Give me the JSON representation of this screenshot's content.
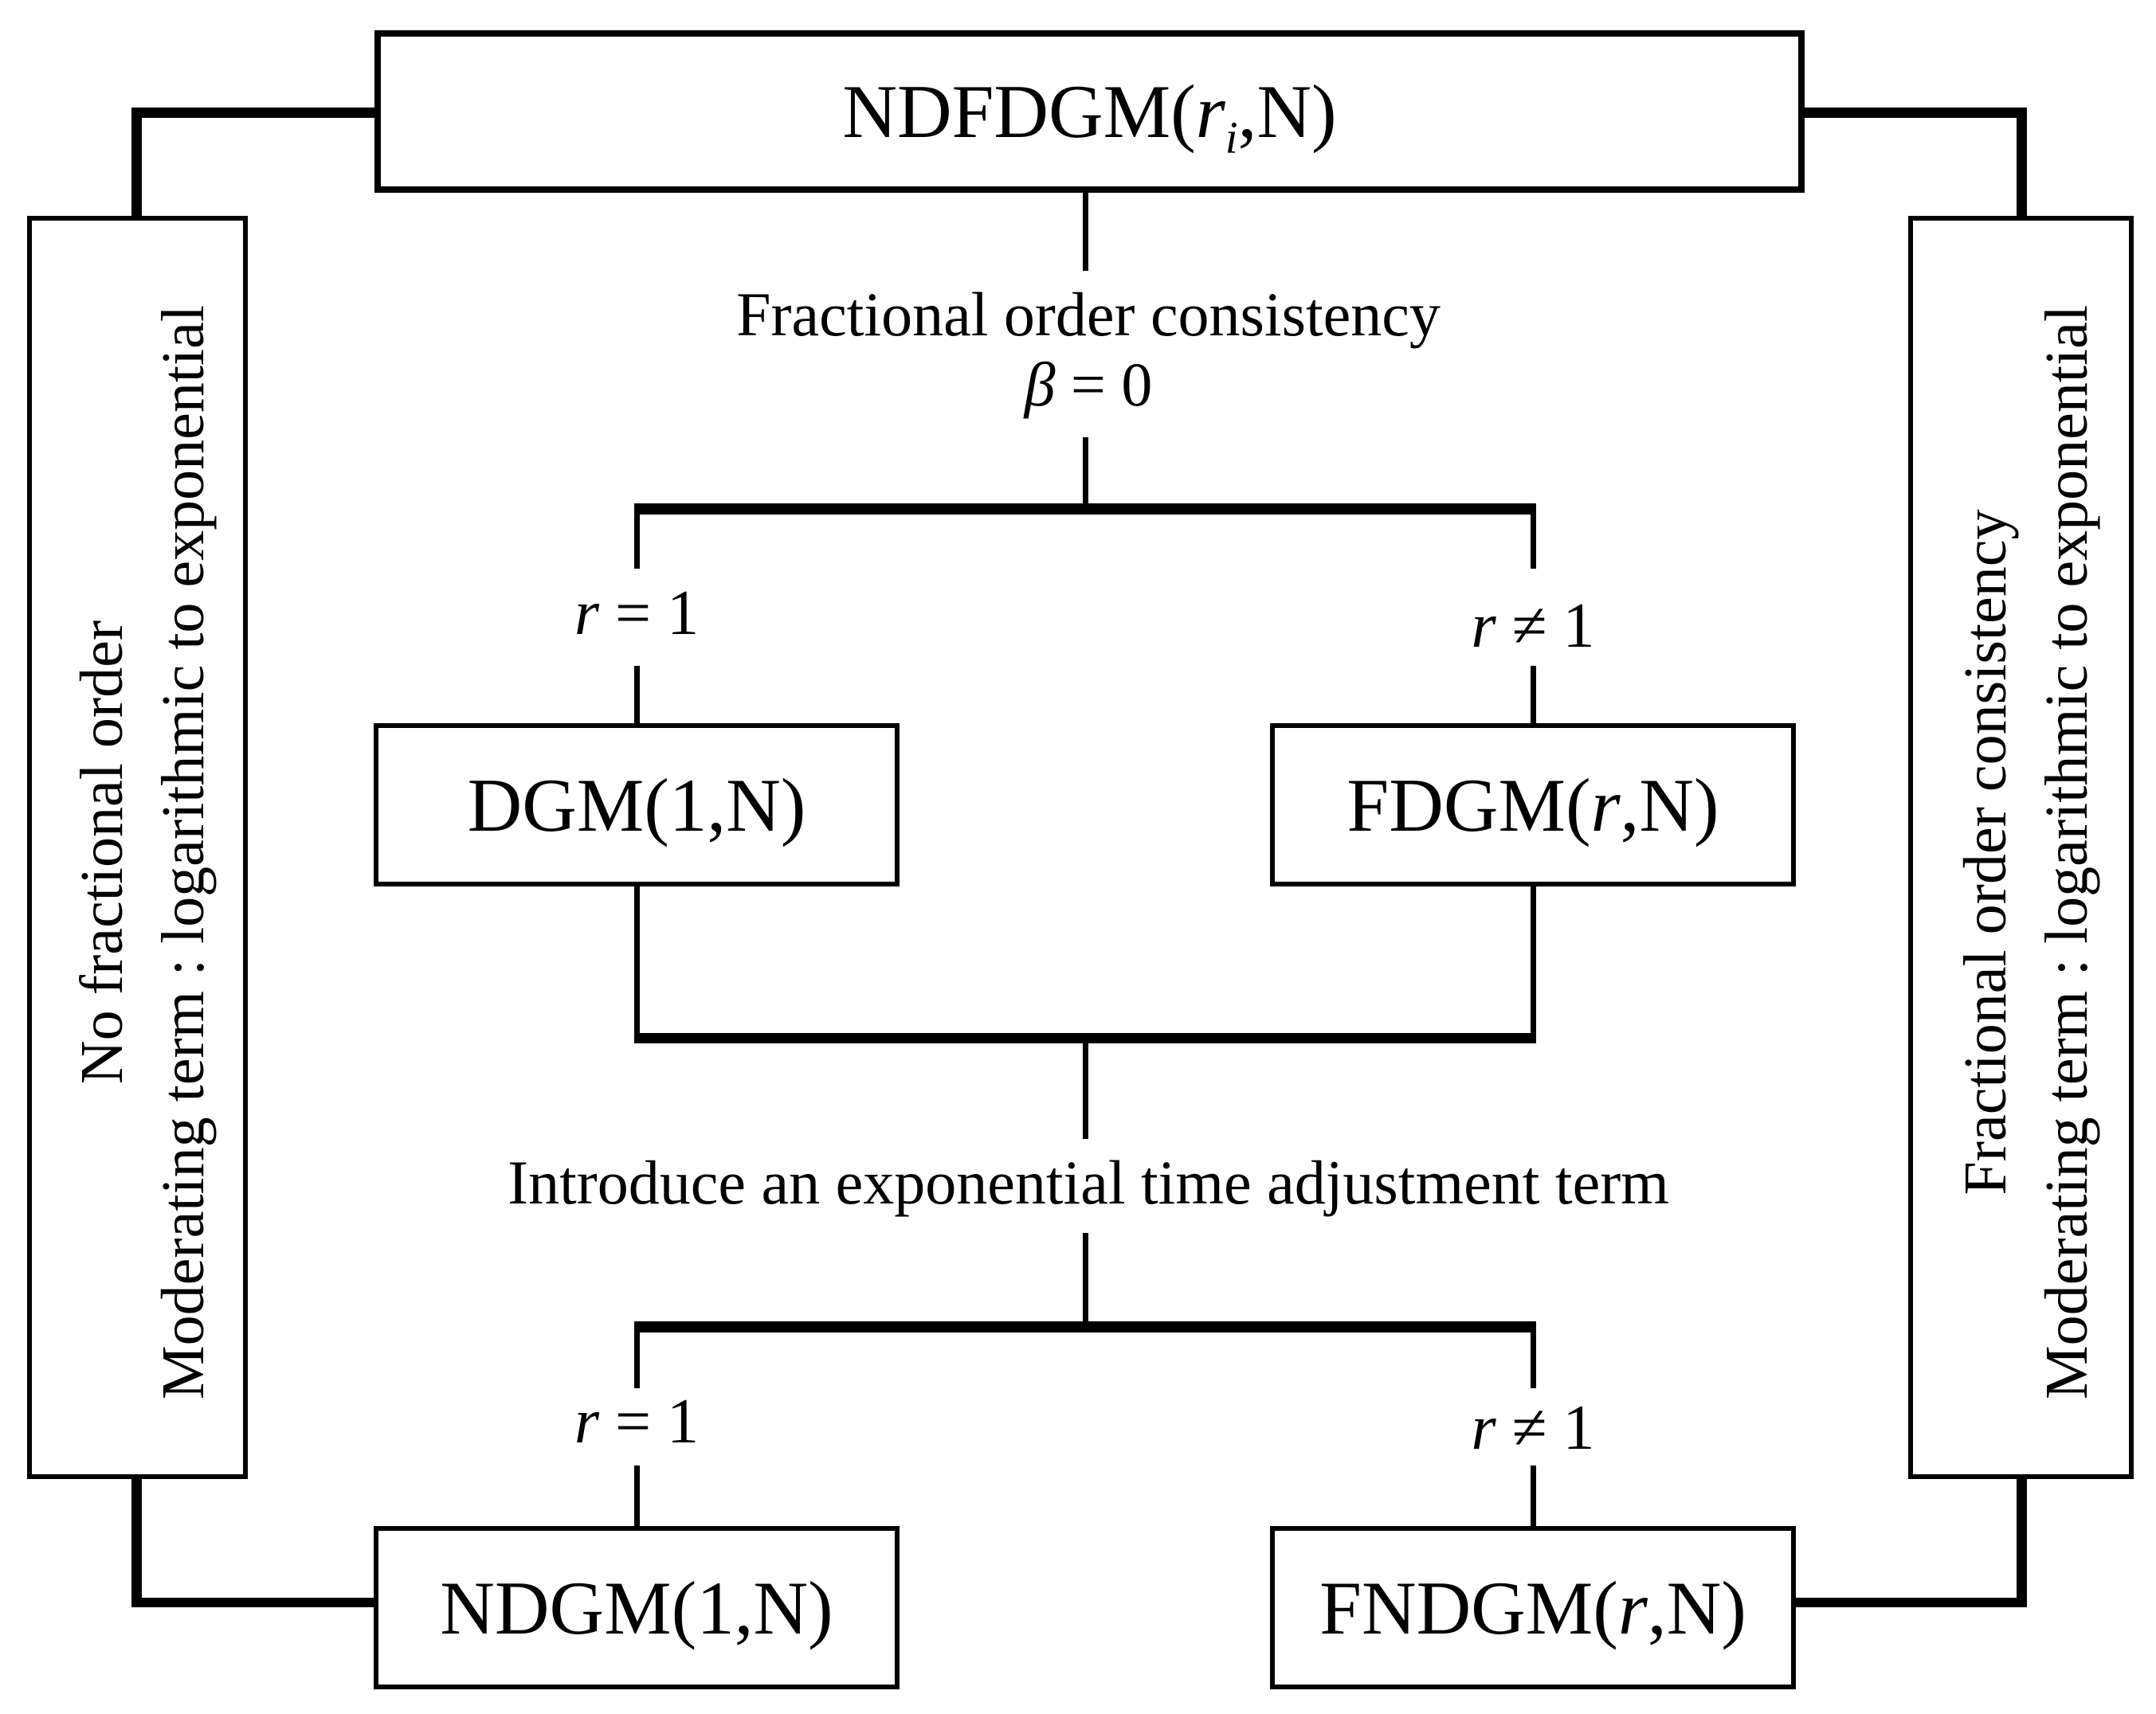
{
  "colors": {
    "background": "#ffffff",
    "line": "#000000",
    "text": "#000000"
  },
  "nodes": {
    "top_model": [
      {
        "t": "NDFDGM("
      },
      {
        "t": "r",
        "i": 1
      },
      {
        "t": "i",
        "i": 1,
        "s": 1
      },
      {
        "t": ",N)"
      }
    ],
    "dgm": "DGM(1,N)",
    "fdgm": [
      {
        "t": "FDGM("
      },
      {
        "t": "r",
        "i": 1
      },
      {
        "t": ",N)"
      }
    ],
    "ndgm": "NDGM(1,N)",
    "fndgm": [
      {
        "t": "FNDGM("
      },
      {
        "t": "r",
        "i": 1
      },
      {
        "t": ",N)"
      }
    ]
  },
  "annotations": {
    "fractional_consistency": "Fractional order consistency",
    "beta_condition": [
      {
        "t": "β",
        "i": 1
      },
      {
        "t": " = 0"
      }
    ],
    "introduce_term": "Introduce an exponential time adjustment term"
  },
  "branch_labels": {
    "r_equal": [
      {
        "t": "r",
        "i": 1
      },
      {
        "t": " = 1"
      }
    ],
    "r_not_equal": [
      {
        "t": "r",
        "i": 1
      },
      {
        "t": " ≠ 1"
      }
    ]
  },
  "side_panels": {
    "left": {
      "line1": "No fractional order",
      "line2": "Moderating term : logarithmic to exponential"
    },
    "right": {
      "line1": "Fractional order consistency",
      "line2": "Moderating term : logarithmic to exponential"
    }
  }
}
